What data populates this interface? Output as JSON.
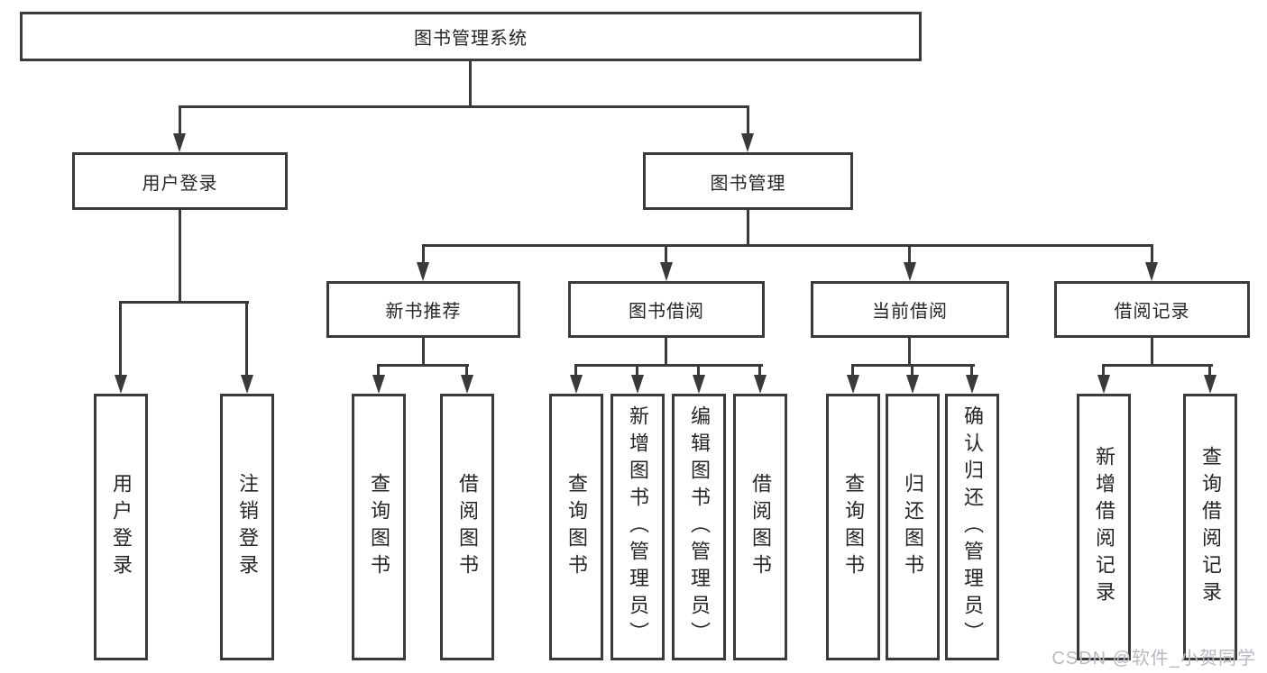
{
  "diagram": {
    "type": "tree",
    "root": {
      "label": "图书管理系统"
    },
    "level2": [
      {
        "label": "用户登录",
        "leaves": [
          "用户登录",
          "注销登录"
        ]
      },
      {
        "label": "图书管理",
        "sections": [
          {
            "label": "新书推荐",
            "leaves": [
              "查询图书",
              "借阅图书"
            ]
          },
          {
            "label": "图书借阅",
            "leaves": [
              "查询图书",
              "新增图书（管理员）",
              "编辑图书（管理员）",
              "借阅图书"
            ]
          },
          {
            "label": "当前借阅",
            "leaves": [
              "查询图书",
              "归还图书",
              "确认归还（管理员）"
            ]
          },
          {
            "label": "借阅记录",
            "leaves": [
              "新增借阅记录",
              "查询借阅记录"
            ]
          }
        ]
      }
    ]
  },
  "watermark": "CSDN @软件_小贺同学",
  "colors": {
    "line": "#3a3a3a",
    "border": "#3a3a3a",
    "text": "#262626",
    "watermark": "#b5bac1",
    "background": "#ffffff"
  }
}
